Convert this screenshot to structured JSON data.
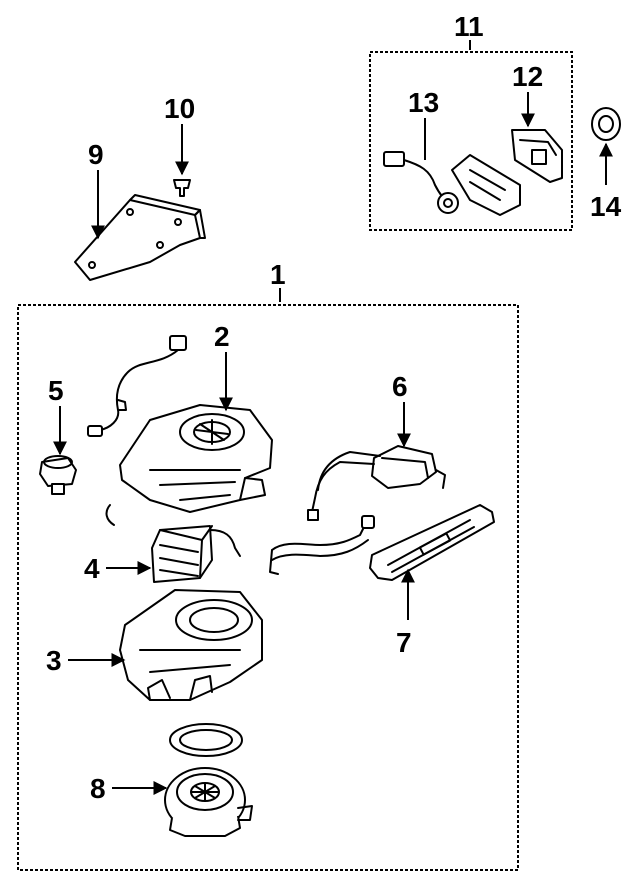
{
  "callouts": {
    "c1": "1",
    "c2": "2",
    "c3": "3",
    "c4": "4",
    "c5": "5",
    "c6": "6",
    "c7": "7",
    "c8": "8",
    "c9": "9",
    "c10": "10",
    "c11": "11",
    "c12": "12",
    "c13": "13",
    "c14": "14"
  },
  "colors": {
    "line": "#000000",
    "background": "#ffffff"
  }
}
